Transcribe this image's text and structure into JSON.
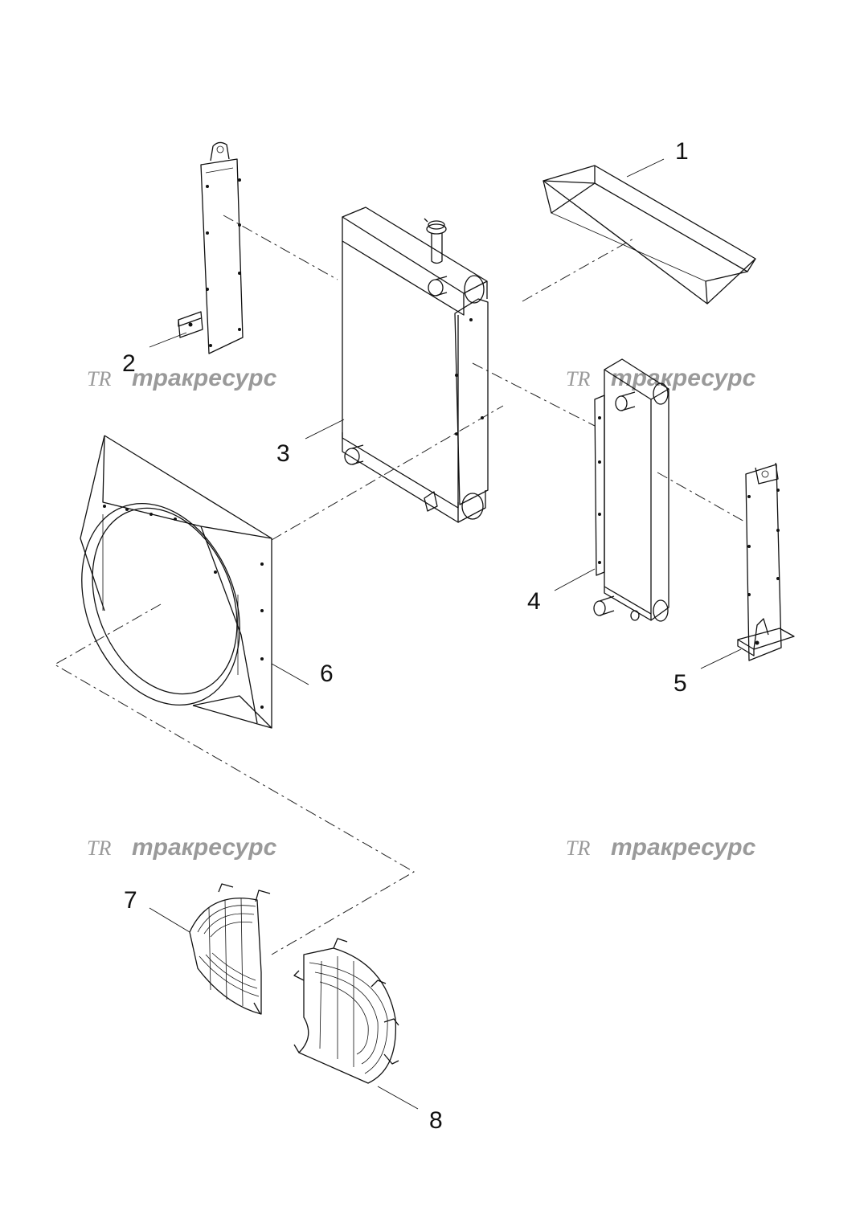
{
  "callouts": [
    "1",
    "2",
    "3",
    "4",
    "5",
    "6",
    "7",
    "8"
  ],
  "watermark": {
    "logo": "TR",
    "text": "тракресурс"
  },
  "colors": {
    "line": "#111111",
    "watermark": "#9a9a9a",
    "background": "#ffffff"
  }
}
